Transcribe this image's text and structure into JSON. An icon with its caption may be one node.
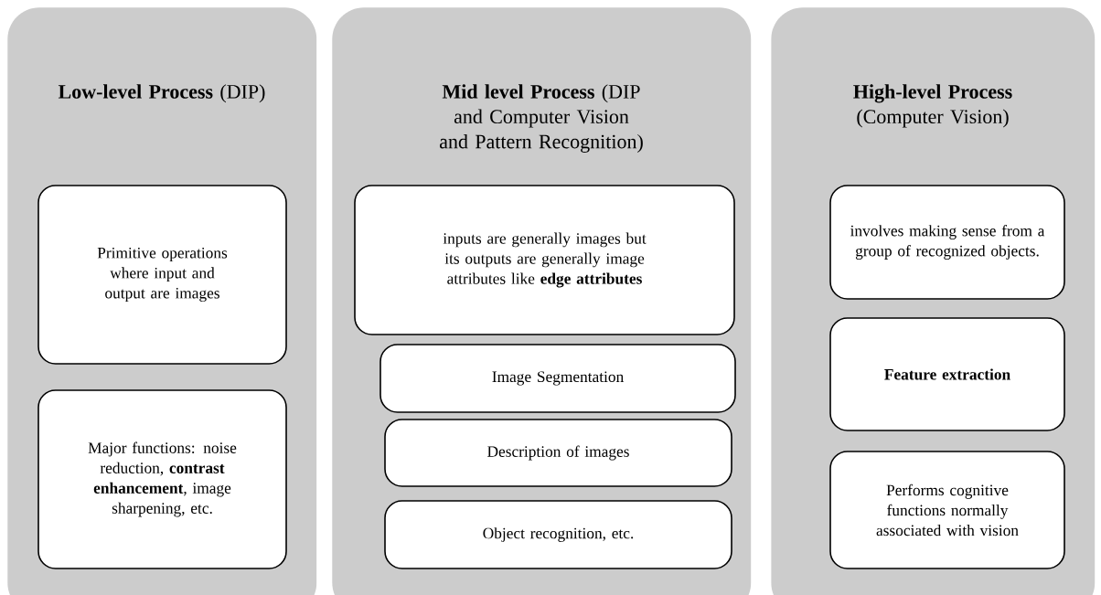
{
  "diagram": {
    "nodes": [
      {
        "text": [
          "**Low-level Process** (DIP)"
        ]
      },
      {
        "text": [
          "Primitive operations where input and output are images"
        ],
        "in": 0
      },
      {
        "text": [
          "Major functions: noise reduction, **contrast enhancement**, image sharpening, etc."
        ],
        "in": 0
      },
      {
        "text": [
          "**Mid level Process** (DIP and Computer Vision and Pattern Recognition)"
        ]
      },
      {
        "text": [
          "inputs are generally images but its outputs are generally image attributes like **edge attributes**"
        ],
        "in": 3
      },
      {
        "text": [
          "Image Segmentation"
        ],
        "in": 3
      },
      {
        "text": [
          "Description of images"
        ],
        "in": 3
      },
      {
        "text": [
          "Object recognition, etc."
        ],
        "in": 3
      },
      {
        "text": [
          "**High-level Process** (Computer Vision)"
        ]
      },
      {
        "text": [
          "involves making sense from a group of recognized objects."
        ],
        "in": 8
      },
      {
        "text": [
          "Feature extraction"
        ],
        "in": 8
      },
      {
        "text": [
          "Performs cognitive functions normally associated with vision"
        ],
        "in": 8
      }
    ]
  }
}
